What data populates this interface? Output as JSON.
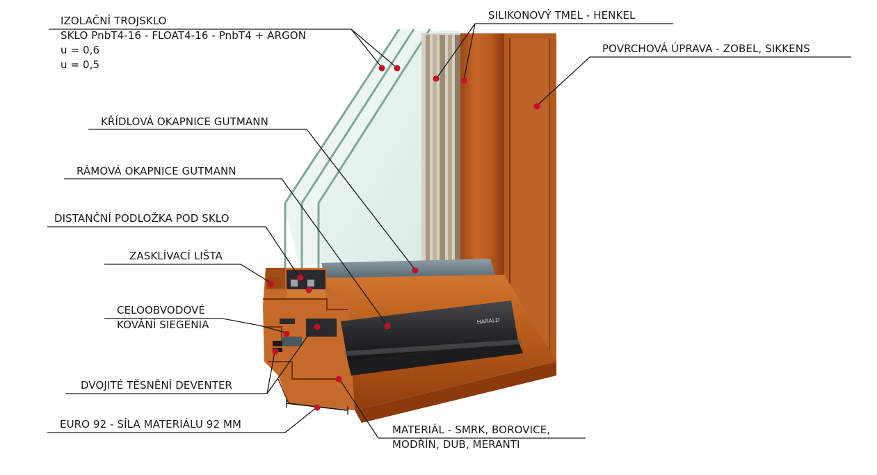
{
  "labels": {
    "glazing_title": "IZOLAČNÍ TROJSKLO",
    "glazing_spec": "SKLO PnbT4-16 - FLOAT4-16 - PnbT4 + ARGON",
    "glazing_u1": "u = 0,6",
    "glazing_u2": "u = 0,5",
    "sealant": "SILIKONOVÝ TMEL - HENKEL",
    "surface": "POVRCHOVÁ ÚPRAVA - ZOBEL, SIKKENS",
    "sash_drip": "KŘÍDLOVÁ OKAPNICE GUTMANN",
    "frame_drip": "RÁMOVÁ OKAPNICE GUTMANN",
    "spacer": "DISTANČNÍ PODLOŽKA POD SKLO",
    "glazing_bead": "ZASKLÍVACÍ LIŠTA",
    "hardware_line1": "CELOOBVODOVÉ",
    "hardware_line2": "KOVÁNÍ SIEGENIA",
    "seal": "DVOJITÉ TĚSNĚNÍ DEVENTER",
    "euro": "EURO 92 - SÍLA MATERIÁLU 92 MM",
    "material_line1": "MATERIÁL - SMRK, BOROVICE,",
    "material_line2": "MODŘÍN, DUB, MERANTI"
  },
  "drip_brand": "HARALD",
  "colors": {
    "wood": "#b5581a",
    "wood_dark": "#7a3209",
    "wood_light": "#d27a34",
    "glass": "#d9ece6",
    "drip": "#2a2a2c",
    "sill_grey": "#6b7c88",
    "marker": "#c4102a",
    "leader": "#1a1a1a"
  }
}
